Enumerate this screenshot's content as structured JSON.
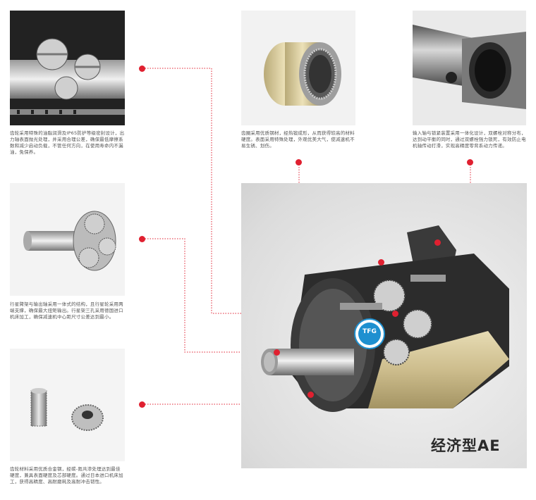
{
  "captions": {
    "c1": "齿轮采用特殊的油脂润滑及IP65防护等级密封设计，出力轴表面抛光处理，并采用合理公差，确保最低摩擦系数和减少启动负载，不管任何方向，在使用寿命内不漏油，免保养。",
    "c2": "齿圈采用优质钢材，经热锻成形，从而获得较高的材料硬度。表面采用特殊处理，外观优美大气，使减速机不易生锈、划伤。",
    "c3": "输入轴与锁紧装置采用一体化设计，双螺栓对称分布，达到动平衡的同时，通过双螺栓强力锁死，有效防止电机轴传动打滑，实现高精度零背系动力传递。",
    "c4": "行星臂架与输出轴采用一体式的结构，且行星轮采用两端支撑，确保最大扭矩输出。行星架三孔采用德国进口机床加工，确保减速机中心距尺寸公差达到最小。",
    "c5": "齿轮材料采用优质合金钢，经碳-氮共渗处理达到最佳硬度，兼具表面硬度及芯部硬度。通过日本进口机床加工，获得高精度、高耐磨耗及高耐冲击韧性。"
  },
  "product_title": "经济型AE",
  "logo_text": "TFG",
  "colors": {
    "accent": "#e02030",
    "panel": "#efefef",
    "gold": "#c9b98a"
  }
}
